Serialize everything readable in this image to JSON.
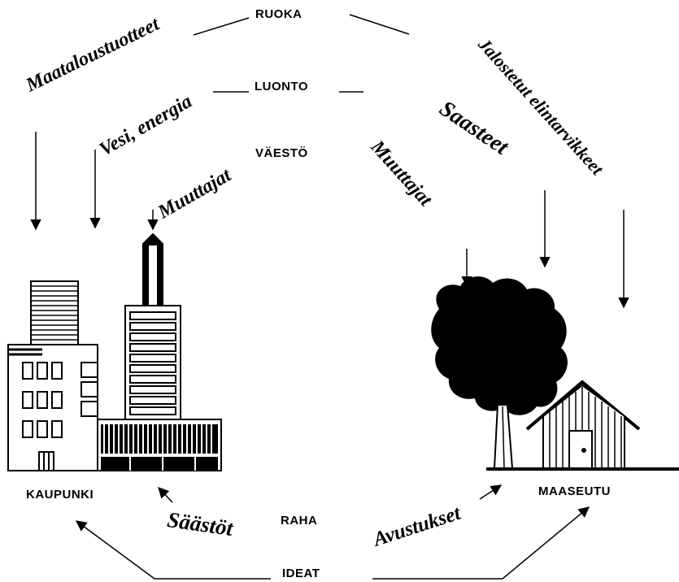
{
  "center_labels": {
    "ruoka": "RUOKA",
    "luonto": "LUONTO",
    "vaesto": "VÄESTÖ",
    "raha": "RAHA",
    "ideat": "IDEAT"
  },
  "nodes": {
    "city": "KAUPUNKI",
    "countryside": "MAASEUTU"
  },
  "flows": {
    "maataloustuotteet": "Maataloustuotteet",
    "vesi_energia": "Vesi, energia",
    "muuttajat_left": "Muuttajat",
    "muuttajat_right": "Muuttajat",
    "saasteet": "Saasteet",
    "jalostetut": "Jalostetut elintarvikkeet",
    "saastot": "Säästöt",
    "avustukset": "Avustukset"
  }
}
